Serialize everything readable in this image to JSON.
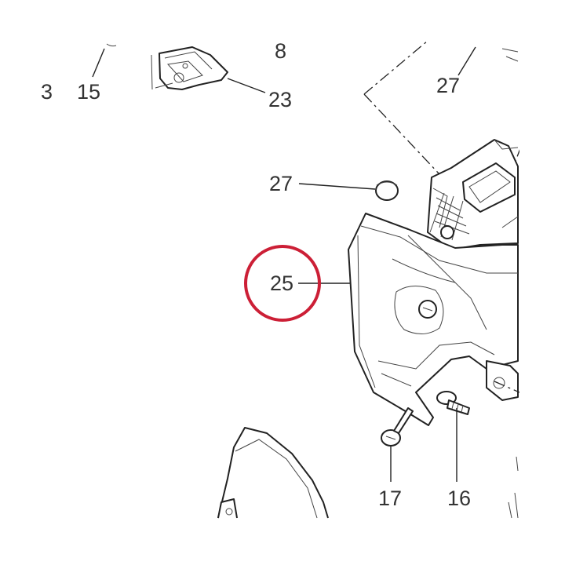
{
  "diagram": {
    "callouts": [
      {
        "id": "15",
        "label": "15"
      },
      {
        "id": "23",
        "label": "23"
      },
      {
        "id": "8",
        "label": "8"
      },
      {
        "id": "27a",
        "label": "27"
      },
      {
        "id": "27b",
        "label": "27"
      },
      {
        "id": "25",
        "label": "25"
      },
      {
        "id": "17",
        "label": "17"
      },
      {
        "id": "16",
        "label": "16"
      },
      {
        "id": "3",
        "label": "3"
      }
    ],
    "highlight": {
      "target": "25",
      "color": "#cc1f36"
    }
  }
}
